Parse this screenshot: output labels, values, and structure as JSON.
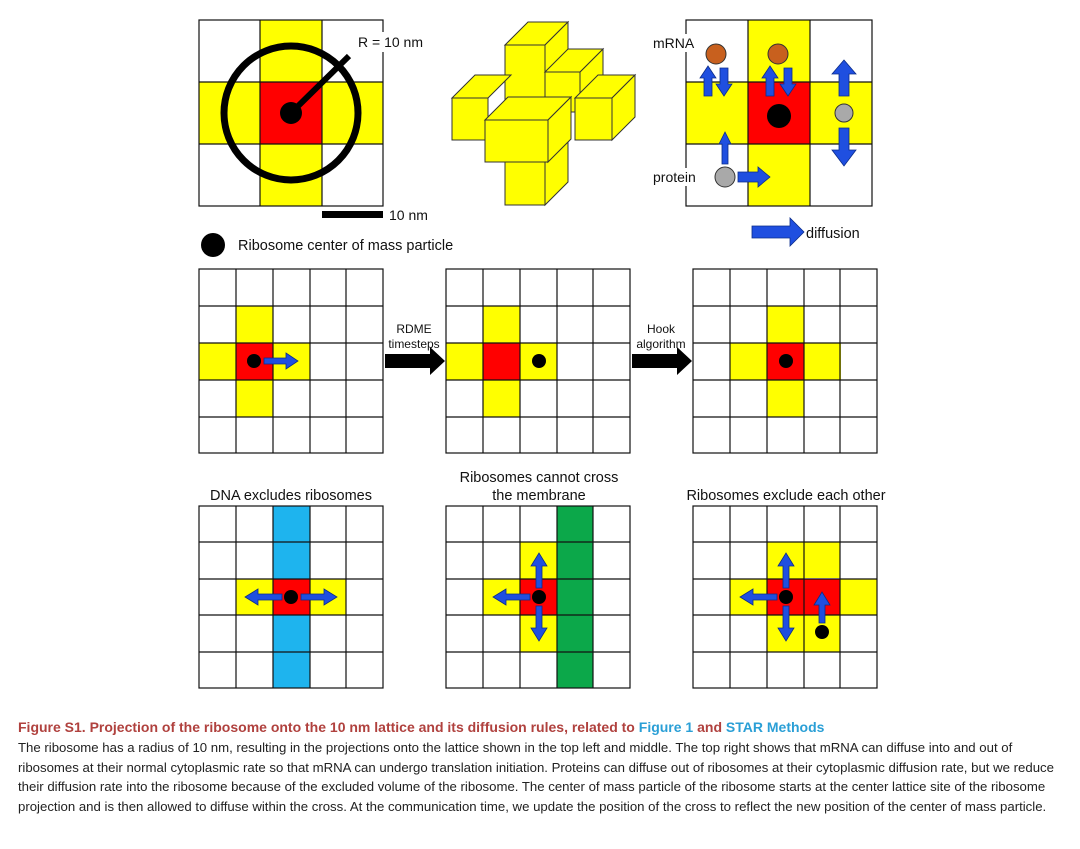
{
  "figure": {
    "panels": {
      "radius_label": "R = 10 nm",
      "scale_bar_label": "10 nm",
      "legend_label": "Ribosome center of mass particle",
      "mrna_label": "mRNA",
      "protein_label": "protein",
      "diffusion_label": "diffusion",
      "rdme_label_line1": "RDME",
      "rdme_label_line2": "timesteps",
      "hook_label_line1": "Hook",
      "hook_label_line2": "algorithm",
      "dna_title": "DNA excludes ribosomes",
      "membrane_title_line1": "Ribosomes cannot cross",
      "membrane_title_line2": "the membrane",
      "exclude_title": "Ribosomes exclude each other"
    },
    "colors": {
      "red": "#ff0000",
      "yellow": "#ffff00",
      "blue_arrow": "#1f4fe0",
      "dna": "#1eb4ee",
      "membrane": "#0ca84a",
      "mrna": "#c8601e",
      "protein": "#a9a9a9"
    }
  },
  "caption": {
    "title_main": "Figure S1.  Projection of the ribosome onto the 10 nm lattice and its diffusion rules, related to ",
    "title_link1": "Figure 1",
    "title_and": " and ",
    "title_link2": "STAR Methods",
    "body": "The ribosome has a radius of 10 nm, resulting in the projections onto the lattice shown in the top left and middle. The top right shows that mRNA can diffuse into and out of ribosomes at their normal cytoplasmic rate so that mRNA can undergo translation initiation. Proteins can diffuse out of ribosomes at their cytoplasmic diffusion rate, but we reduce their diffusion rate into the ribosome because of the excluded volume of the ribosome. The center of mass particle of the ribosome starts at the center lattice site of the ribosome projection and is then allowed to diffuse within the cross. At the communication time, we update the position of the cross to reflect the new position of the center of mass particle."
  }
}
